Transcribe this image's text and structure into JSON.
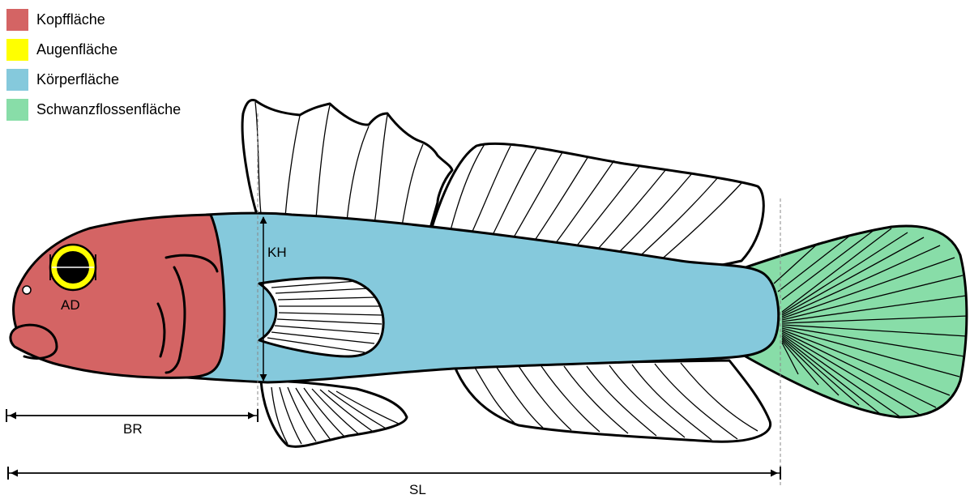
{
  "legend": [
    {
      "label": "Kopffläche",
      "color": "#d46464"
    },
    {
      "label": "Augenfläche",
      "color": "#ffff00"
    },
    {
      "label": "Körperfläche",
      "color": "#85c9dc"
    },
    {
      "label": "Schwanzflossenfläche",
      "color": "#88dda8"
    }
  ],
  "measurements": {
    "ad": "AD",
    "kh": "KH",
    "br": "BR",
    "sl": "SL"
  },
  "colors": {
    "head": "#d46464",
    "eye": "#ffff00",
    "body": "#85c9dc",
    "tail": "#88dda8",
    "fin": "#ffffff",
    "outline": "#000000"
  }
}
